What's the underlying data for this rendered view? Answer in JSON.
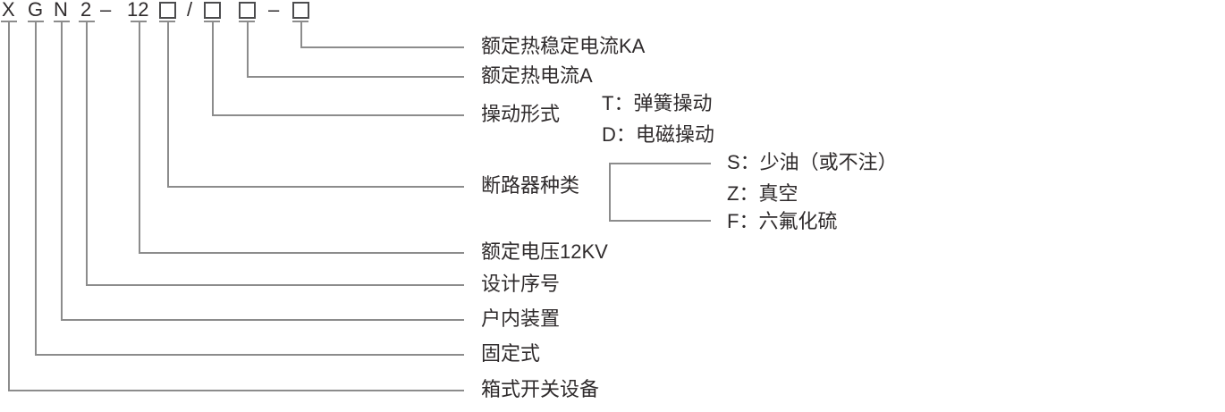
{
  "colors": {
    "line": "#8c8c8c",
    "ink": "#2f2b2c",
    "box_border": "#4c4c4e",
    "background": "#ffffff"
  },
  "code": {
    "chars": [
      "X",
      "G",
      "N",
      "2",
      "–",
      "12",
      "/",
      "–"
    ]
  },
  "labels": [
    {
      "text": "额定热稳定电流KA"
    },
    {
      "text": "额定热电流A"
    },
    {
      "text": "操动形式"
    },
    {
      "text": "断路器种类"
    },
    {
      "text": "额定电压12KV"
    },
    {
      "text": "设计序号"
    },
    {
      "text": "户内装置"
    },
    {
      "text": "固定式"
    },
    {
      "text": "箱式开关设备"
    }
  ],
  "operation_modes": [
    {
      "text": "T：弹簧操动"
    },
    {
      "text": "D：电磁操动"
    }
  ],
  "breaker_types": [
    {
      "text": "S：少油（或不注）"
    },
    {
      "text": "Z：真空"
    },
    {
      "text": "F：六氟化硫"
    }
  ]
}
